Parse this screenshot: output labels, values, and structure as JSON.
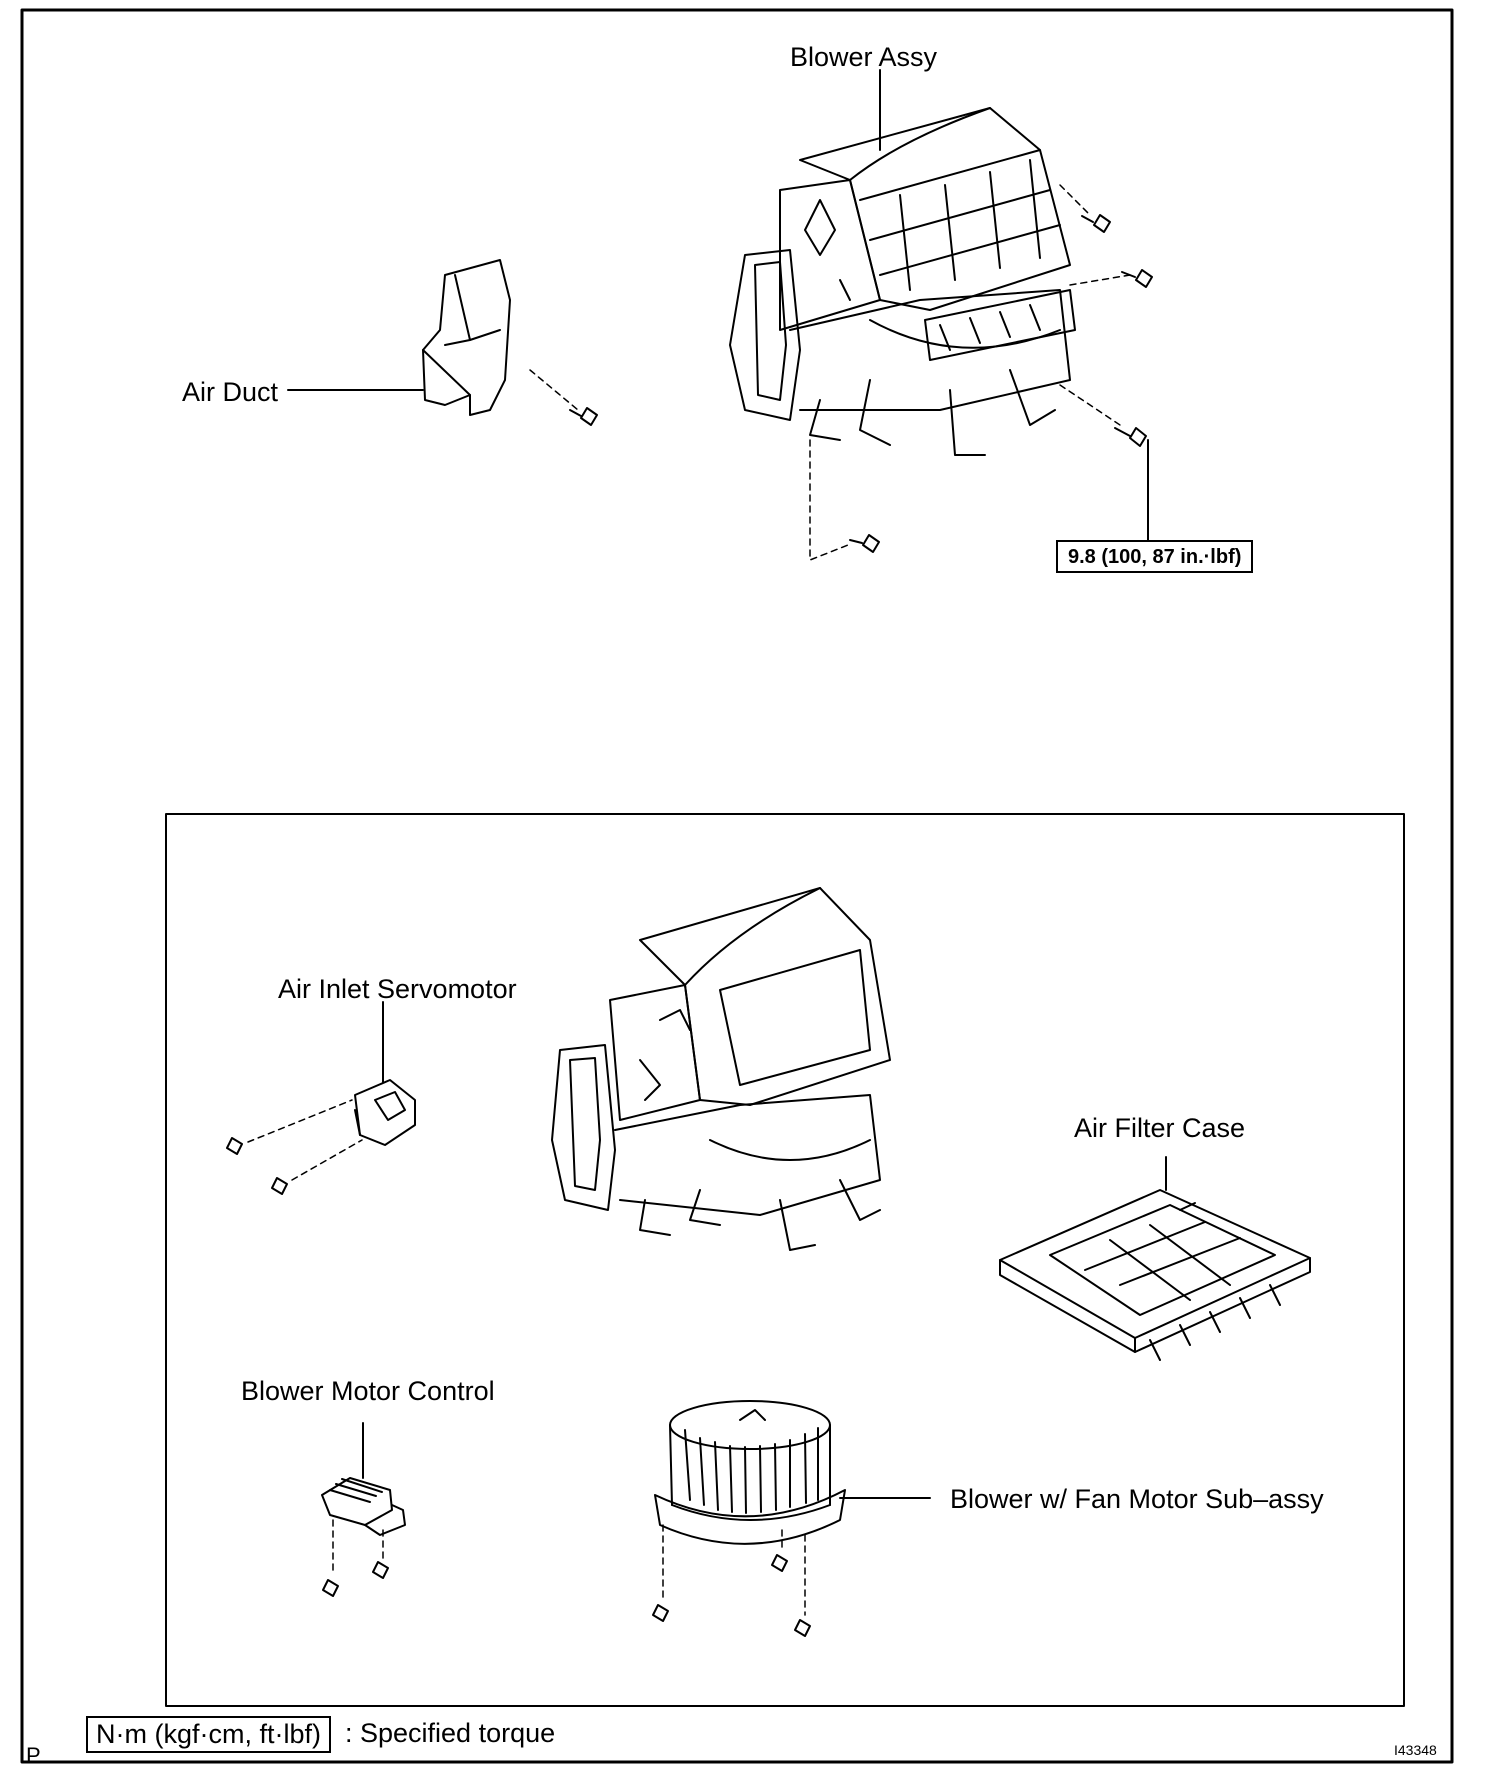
{
  "labels": {
    "blower_assy": "Blower Assy",
    "air_duct": "Air Duct",
    "torque_spec": "9.8 (100, 87 in.·lbf)",
    "air_inlet_servomotor": "Air Inlet Servomotor",
    "air_filter_case": "Air Filter Case",
    "blower_motor_control": "Blower Motor Control",
    "blower_fan_motor": "Blower w/ Fan Motor Sub–assy"
  },
  "legend": {
    "unit_box": "N·m (kgf·cm, ft·lbf)",
    "text": ": Specified torque"
  },
  "footer": {
    "left_mark": "P",
    "figure_id": "I43348"
  }
}
